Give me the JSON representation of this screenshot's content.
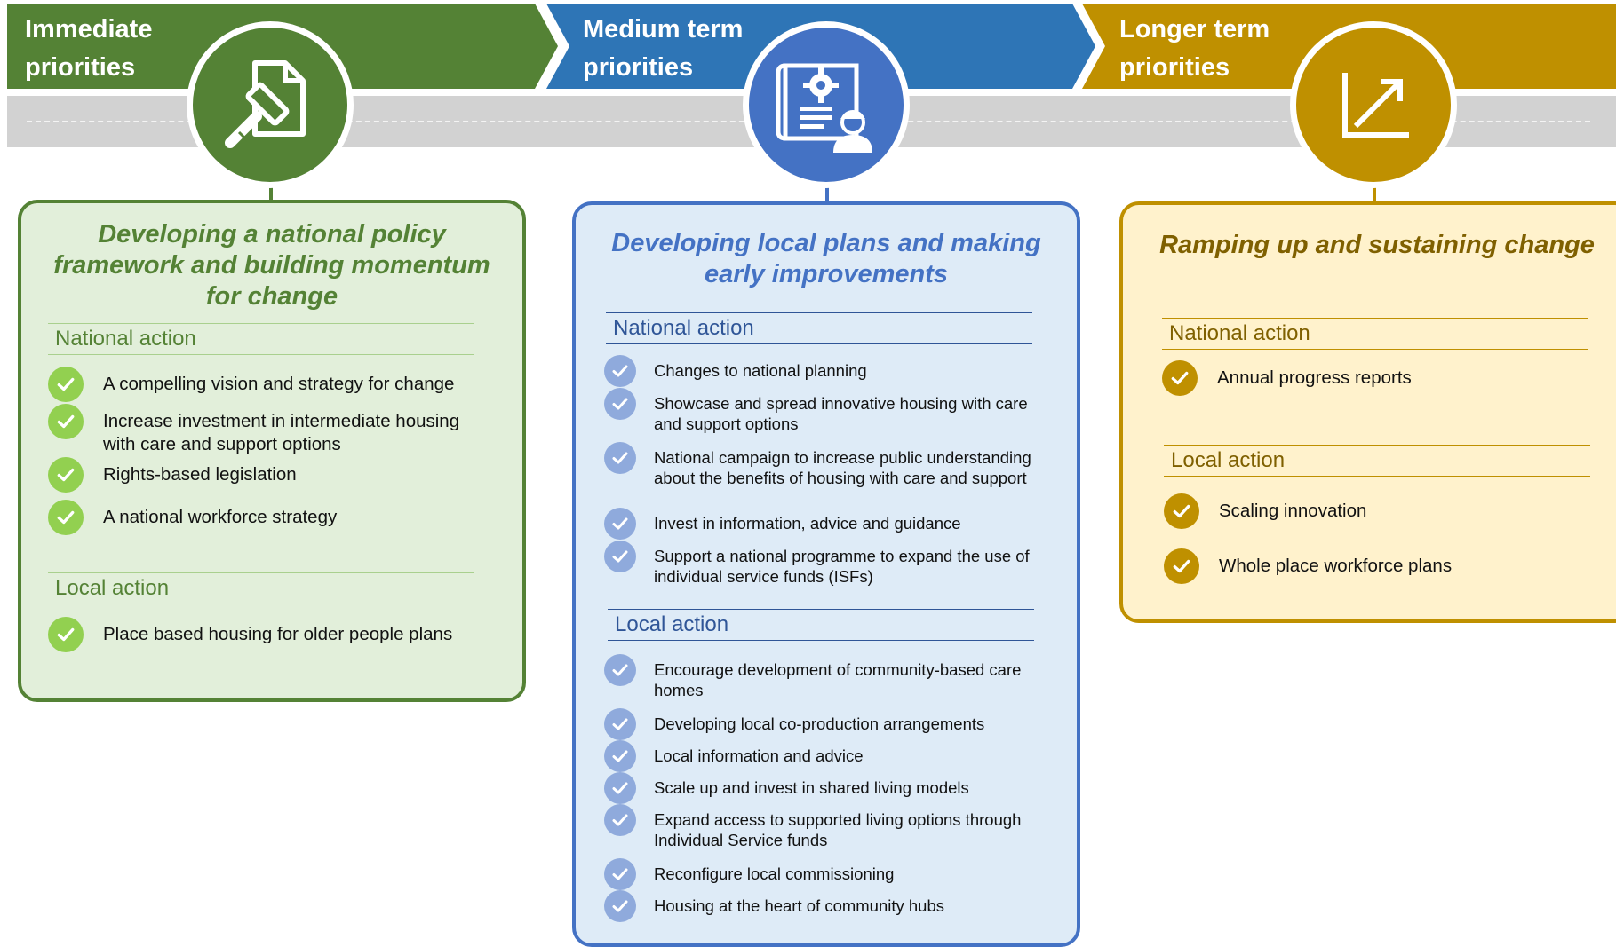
{
  "phases": [
    {
      "label": "Immediate priorities",
      "icon": "legislation-gavel-icon",
      "title": "Developing a national policy framework and building momentum for change",
      "national_heading": "National action",
      "national": [
        "A compelling vision and strategy for change",
        "Increase investment in intermediate housing with care and support options",
        "Rights-based legislation",
        "A national workforce strategy"
      ],
      "local_heading": "Local action",
      "local": [
        "Place based housing for older people plans"
      ]
    },
    {
      "label": "Medium term priorities",
      "icon": "planning-engineer-icon",
      "title": "Developing local plans and making early improvements",
      "national_heading": "National action",
      "national": [
        "Changes to national planning",
        "Showcase and spread innovative housing with care and support options",
        "National campaign to increase public understanding about the benefits of housing with care and support",
        "Invest in information, advice and guidance",
        "Support a national programme to expand the use of individual service funds (ISFs)"
      ],
      "local_heading": "Local action",
      "local": [
        "Encourage development of community-based care homes",
        "Developing local co-production arrangements",
        "Local information and advice",
        "Scale up and invest in shared living models",
        "Expand access to supported living options through Individual Service funds",
        "Reconfigure local commissioning",
        "Housing at the heart of community hubs"
      ]
    },
    {
      "label": "Longer term priorities",
      "icon": "growth-arrow-icon",
      "title": "Ramping up and sustaining change",
      "national_heading": "National action",
      "national": [
        "Annual progress reports"
      ],
      "local_heading": "Local action",
      "local": [
        "Scaling innovation",
        "Whole place workforce plans"
      ]
    }
  ],
  "colors": {
    "green": "#548235",
    "green_light": "#e2efda",
    "green_check": "#92d050",
    "blue_banner": "#2e75b6",
    "blue": "#4472c4",
    "blue_light": "#deebf7",
    "blue_check": "#8faadc",
    "gold": "#bf9000",
    "gold_light": "#fff2cc",
    "road": "#d2d2d2"
  }
}
